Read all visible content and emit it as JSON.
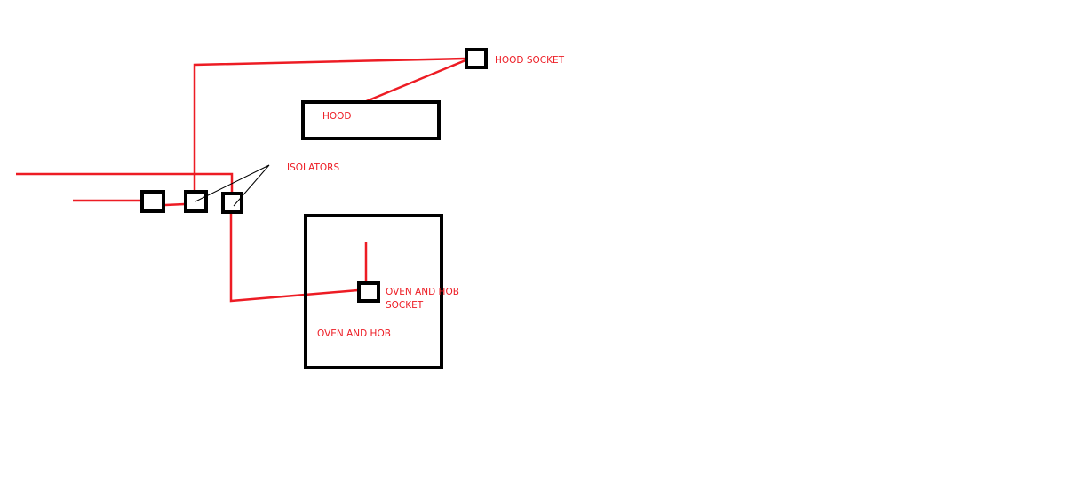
{
  "colors": {
    "wire": "#ed1c24",
    "outline": "#000000"
  },
  "labels": {
    "hood_socket": "HOOD SOCKET",
    "hood": "HOOD",
    "isolators": "ISOLATORS",
    "oven_socket_line1": "OVEN AND HOB",
    "oven_socket_line2": "SOCKET",
    "oven": "OVEN AND HOB"
  }
}
